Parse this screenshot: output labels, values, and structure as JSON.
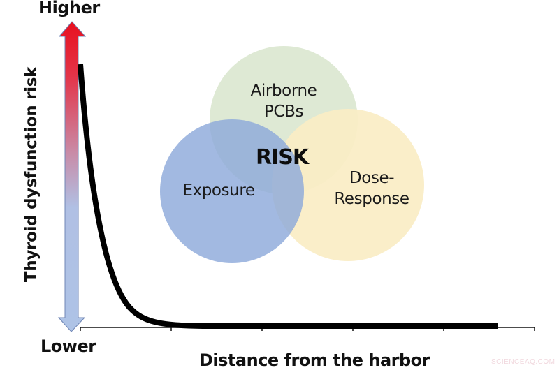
{
  "chart": {
    "y_axis": {
      "title": "Thyroid dysfunction risk",
      "top_label": "Higher",
      "bottom_label": "Lower",
      "gradient_top_color": "#e8101f",
      "gradient_bottom_color": "#aec3e6"
    },
    "x_axis": {
      "title": "Distance from the harbor",
      "tick_count": 6
    },
    "curve": {
      "description": "Exponential decay of risk with distance",
      "color": "#000000"
    }
  },
  "venn": {
    "center_label": "RISK",
    "circles": [
      {
        "label_line1": "Airborne",
        "label_line2": "PCBs",
        "color": "#dce8d2"
      },
      {
        "label_line1": "Exposure",
        "label_line2": "",
        "color": "#8eaadb"
      },
      {
        "label_line1": "Dose-",
        "label_line2": "Response",
        "color": "#faedc4"
      }
    ]
  },
  "watermark": "SCIENCEAQ.COM",
  "chart_data": {
    "type": "line",
    "title": "",
    "xlabel": "Distance from the harbor",
    "ylabel": "Thyroid dysfunction risk",
    "y_tick_labels": [
      "Lower",
      "Higher"
    ],
    "x": [
      0,
      0.1,
      0.2,
      0.3,
      0.4,
      0.5,
      0.6,
      0.7,
      0.8,
      0.9,
      1.0,
      1.5,
      2.0,
      3.0,
      4.0,
      4.6
    ],
    "values": [
      1.0,
      0.78,
      0.6,
      0.46,
      0.35,
      0.26,
      0.19,
      0.14,
      0.1,
      0.07,
      0.05,
      0.015,
      0.005,
      0.001,
      0.0,
      0.0
    ],
    "xlim": [
      0,
      5
    ],
    "ylim": [
      0,
      1
    ],
    "x_ticks": 6,
    "grid": false,
    "legend": "none",
    "annotations": [
      "Airborne PCBs",
      "Exposure",
      "Dose-Response",
      "RISK"
    ]
  }
}
